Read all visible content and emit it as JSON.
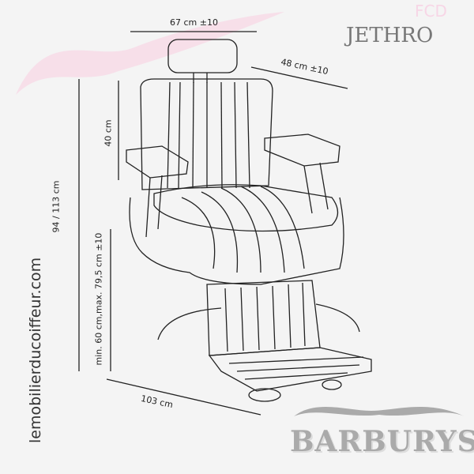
{
  "product_name": "JETHRO",
  "watermark": "FCD",
  "website": "lemobilierducoiffeur.com",
  "brand": "BARBURYS",
  "dimensions": {
    "width": "67 cm ±10",
    "depth_back": "48 cm ±10",
    "height": "94 / 113  cm",
    "backrest": "40 cm",
    "seat_height": "min. 60 cm,max. 79,5 cm ±10",
    "length": "103 cm"
  }
}
